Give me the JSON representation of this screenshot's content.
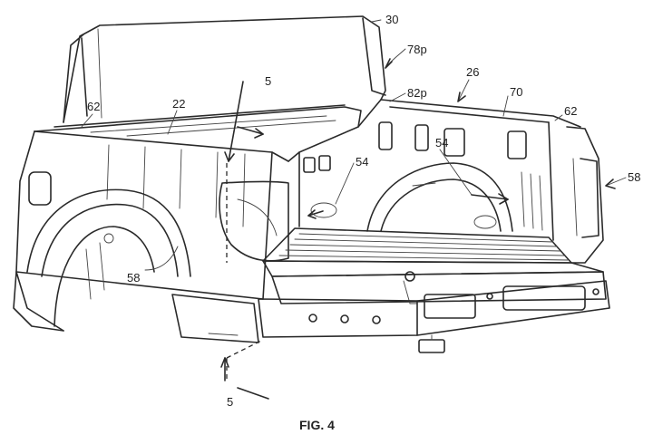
{
  "figure": {
    "caption": "FIG. 4",
    "reference_numerals": {
      "n30": "30",
      "n78p": "78p",
      "n26": "26",
      "n82p": "82p",
      "n70": "70",
      "n62_left": "62",
      "n62_right": "62",
      "n22": "22",
      "n5_top": "5",
      "n5_bottom": "5",
      "n54_left": "54",
      "n54_right": "54",
      "n58_left": "58",
      "n58_right": "58"
    }
  }
}
